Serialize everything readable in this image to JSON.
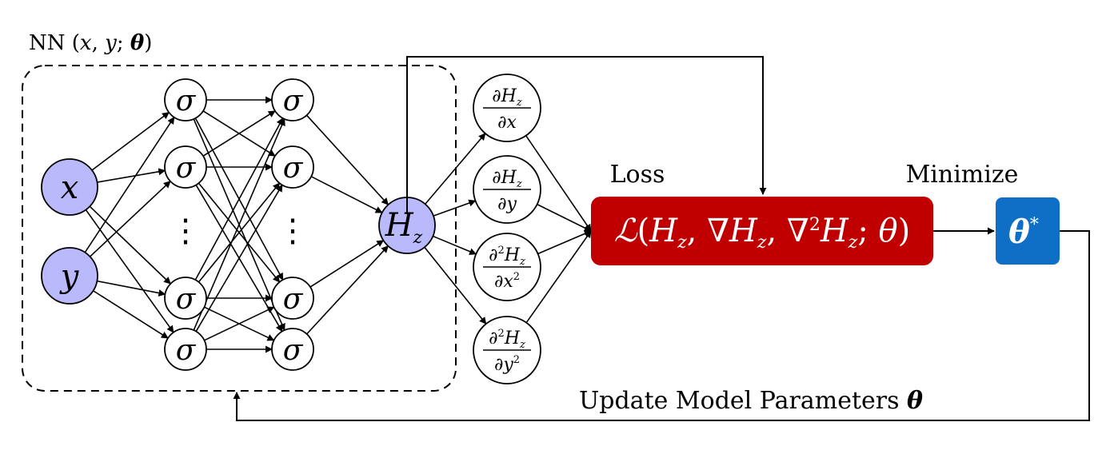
{
  "colors": {
    "input_node_fill": "#b9b9fb",
    "output_node_fill": "#b9b9fb",
    "loss_fill": "#c00000",
    "theta_fill": "#0f6fc6",
    "line": "#000000"
  },
  "network_label": "NN (x, y; θ)",
  "inputs": [
    "x",
    "y"
  ],
  "hidden_symbol": "σ",
  "ellipsis": "⋮",
  "output": {
    "main": "H",
    "sub": "z"
  },
  "derivatives": [
    {
      "num_pre": "∂H",
      "num_sup": "",
      "num_sub": "z",
      "den": "∂x",
      "den_sup": ""
    },
    {
      "num_pre": "∂H",
      "num_sup": "",
      "num_sub": "z",
      "den": "∂y",
      "den_sup": ""
    },
    {
      "num_pre": "∂",
      "num_sup": "2",
      "num_sub": "z",
      "den": "∂x",
      "den_sup": "2"
    },
    {
      "num_pre": "∂",
      "num_sup": "2",
      "num_sub": "z",
      "den": "∂y",
      "den_sup": "2"
    }
  ],
  "loss": {
    "title": "Loss",
    "expression": "𝓛(H_z, ∇H_z, ∇²H_z; θ)"
  },
  "minimize": {
    "title": "Minimize",
    "symbol": "θ*"
  },
  "update_label": "Update Model Parameters θ"
}
